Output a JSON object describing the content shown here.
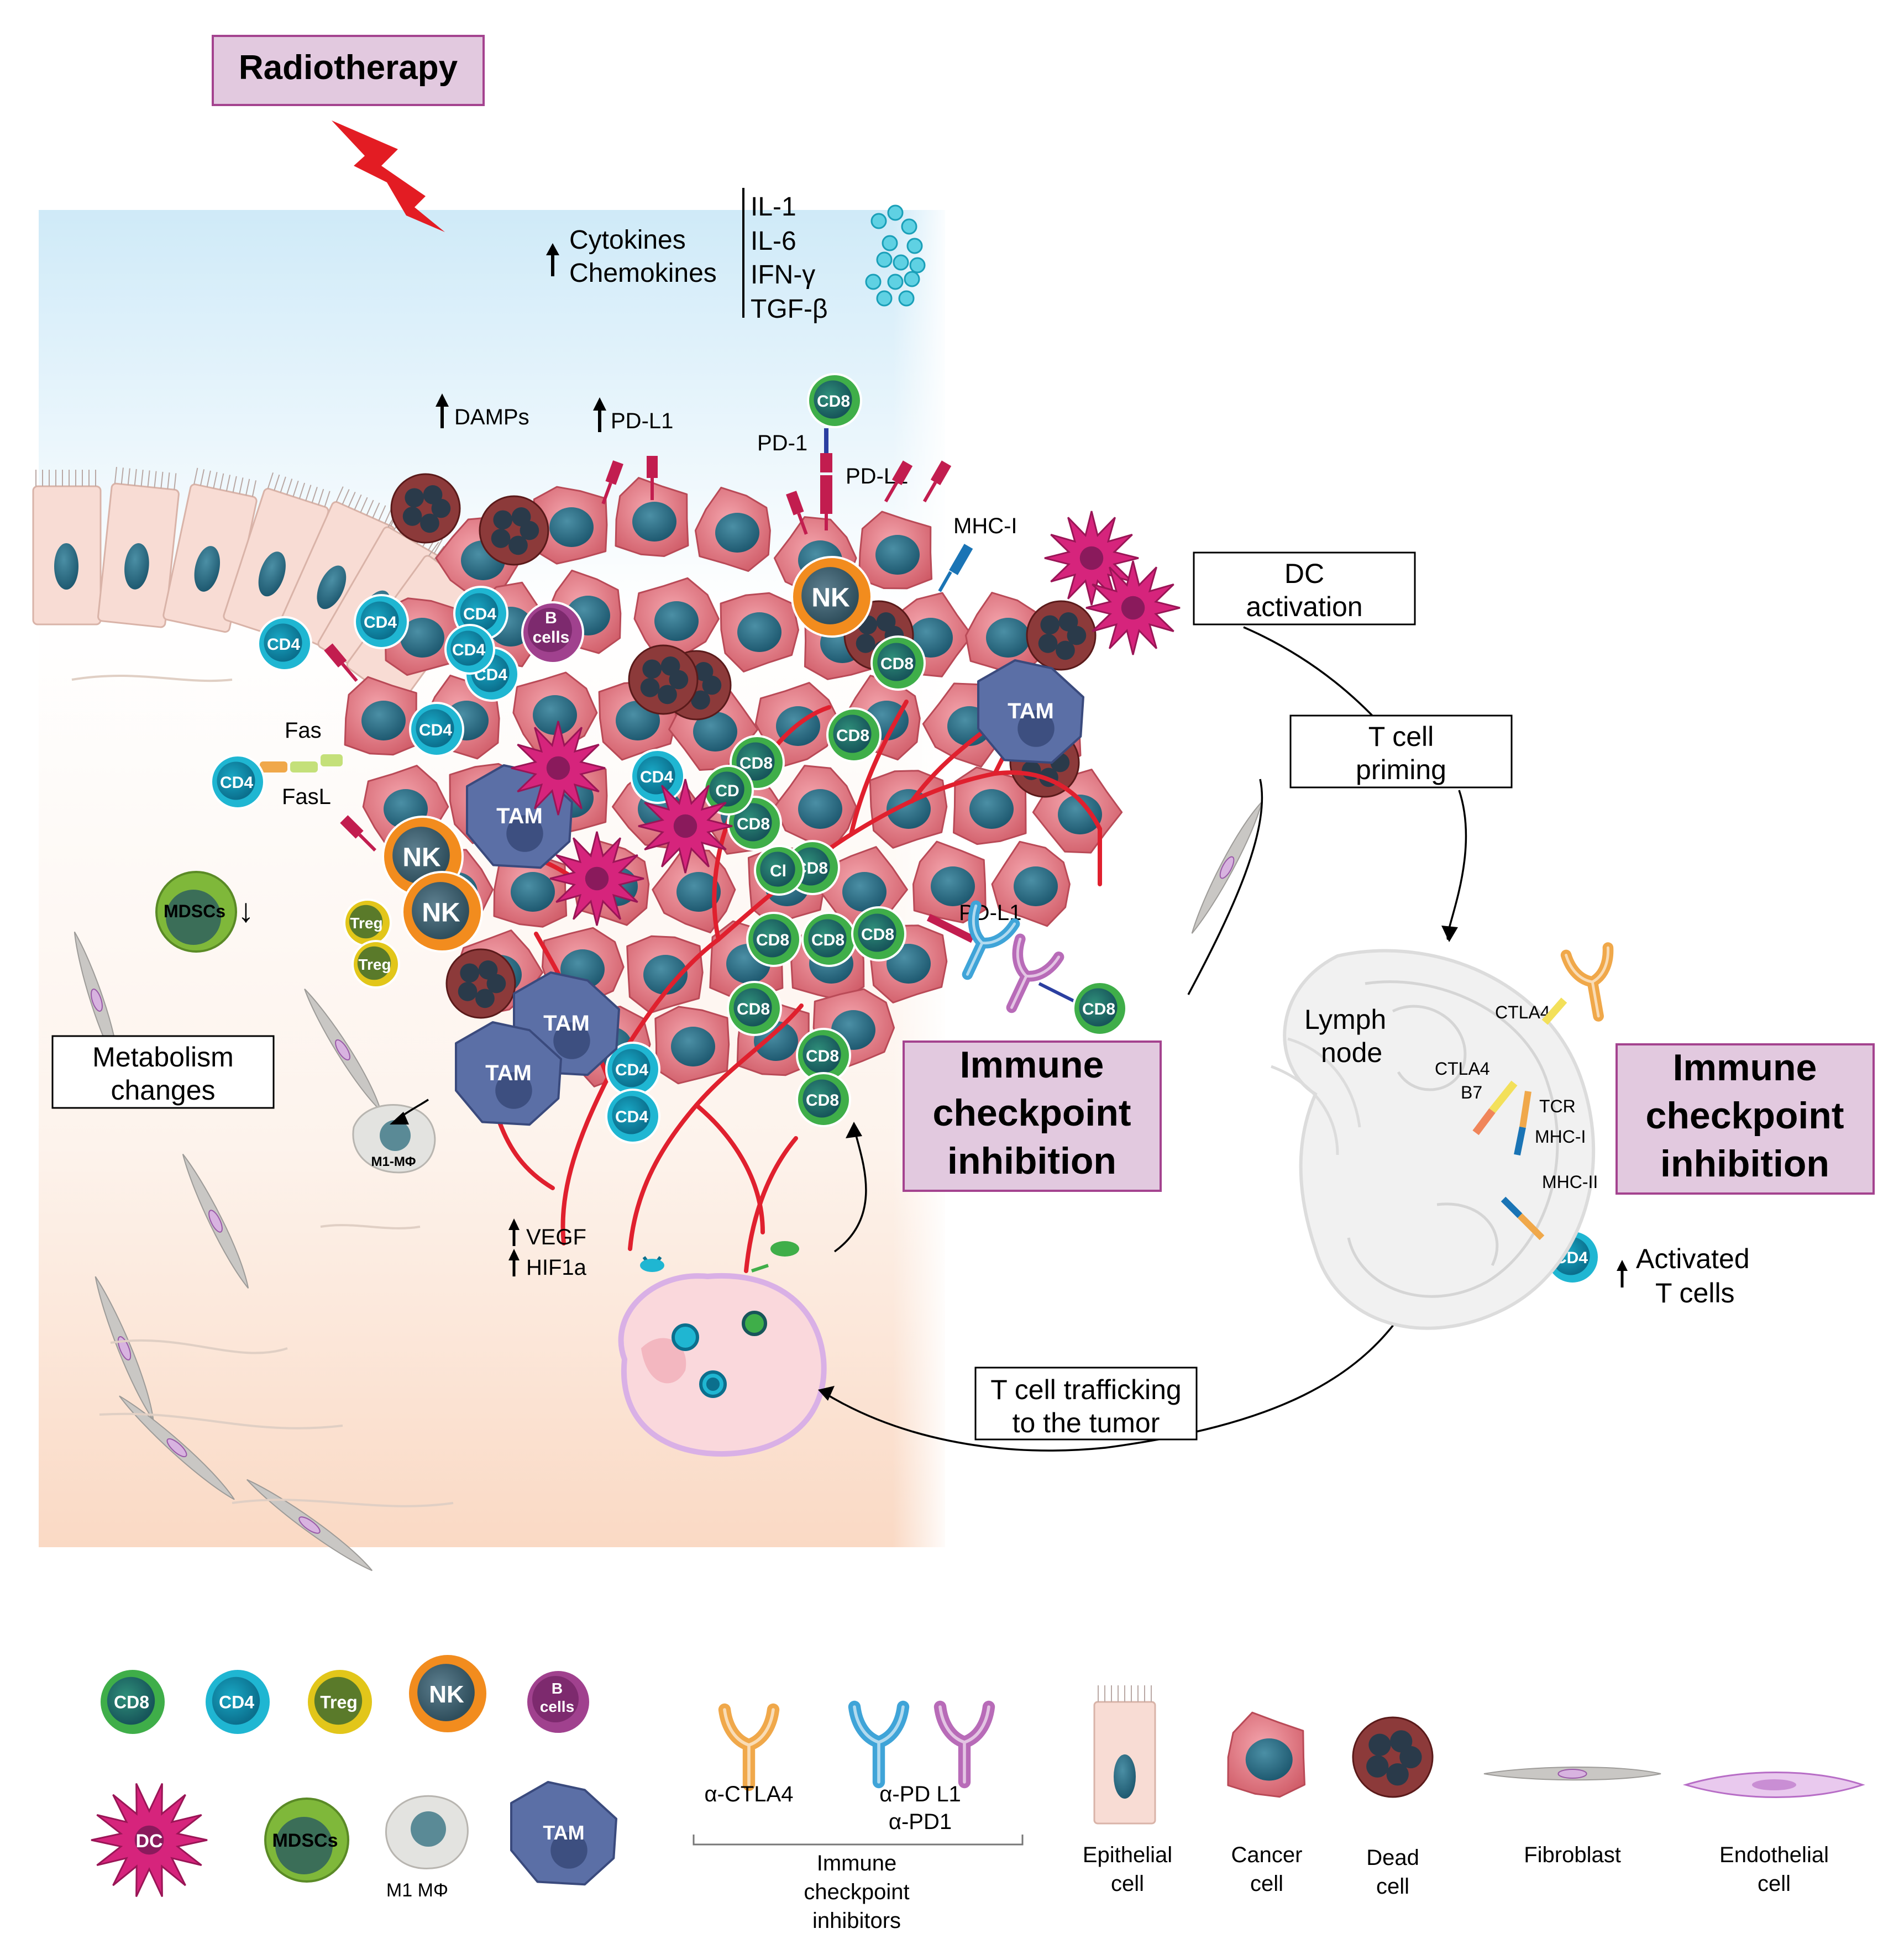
{
  "title": "Radiotherapy",
  "cytokines": {
    "arrow": "↑",
    "lines": [
      "Cytokines",
      "Chemokines"
    ],
    "list": [
      "IL-1",
      "IL-6",
      "IFN-γ",
      "TGF-β"
    ]
  },
  "tumor_labels": {
    "damps": "DAMPs",
    "pdl1_top": "PD-L1",
    "pd1": "PD-1",
    "pdl1_right": "PD-L1",
    "mhc1": "MHC-I",
    "fas": "Fas",
    "fasl": "FasL",
    "pdl1_lower": "PD-L1",
    "vegf": "VEGF",
    "hif1a": "HIF1a",
    "mdscs_down": "↓"
  },
  "cell_labels": {
    "cd8": "CD8",
    "cd4": "CD4",
    "treg": "Treg",
    "nk": "NK",
    "b_cells_1": "B",
    "b_cells_2": "cells",
    "tam": "TAM",
    "mdscs": "MDSCs",
    "m1": "M1-MΦ",
    "dc": "DC",
    "cl": "Cl",
    "cd_partial": "CD"
  },
  "boxes": {
    "dc_activation": [
      "DC",
      "activation"
    ],
    "t_cell_priming": [
      "T cell",
      "priming"
    ],
    "t_cell_trafficking": [
      "T cell trafficking",
      "to the tumor"
    ],
    "metabolism": [
      "Metabolism",
      "changes"
    ]
  },
  "checkpoint": [
    "Immune",
    "checkpoint",
    "inhibition"
  ],
  "lymph_node": {
    "label": [
      "Lymph",
      "node"
    ],
    "ctla4_top": "CTLA4",
    "ctla4": "CTLA4",
    "b7": "B7",
    "tcr": "TCR",
    "mhc1": "MHC-I",
    "mhc2": "MHC-II",
    "activated": [
      "Activated",
      "T cells"
    ]
  },
  "legend": {
    "cells_row1": [
      "CD8",
      "CD4",
      "Treg",
      "NK",
      "B cells"
    ],
    "cells_row2": [
      "DC",
      "MDSCs",
      "M1 MΦ",
      "TAM"
    ],
    "m1_label": "M1 MΦ",
    "antibodies": [
      "α-CTLA4",
      "α-PD L1",
      "α-PD1"
    ],
    "inhibitors_caption": [
      "Immune",
      "checkpoint",
      "inhibitors"
    ],
    "tissue": [
      [
        "Epithelial",
        "cell"
      ],
      [
        "Cancer",
        "cell"
      ],
      [
        "Dead",
        "cell"
      ],
      [
        "Fibroblast"
      ],
      [
        "Endothelial",
        "cell"
      ]
    ]
  },
  "colors": {
    "cd8": "#3fae49",
    "cd4": "#1fb6d2",
    "treg": "#e2c61a",
    "nk": "#f28c1e",
    "bcell": "#a0418e",
    "tam": "#5b6fa6",
    "mdsc": "#7fb83a",
    "dc": "#d6247c",
    "cancer": "#e7808a",
    "dead": "#7b2a2a",
    "vessel": "#e0202e",
    "box_fill": "#e2c9df",
    "box_border": "#a4438f",
    "bolt": "#e31c23"
  }
}
